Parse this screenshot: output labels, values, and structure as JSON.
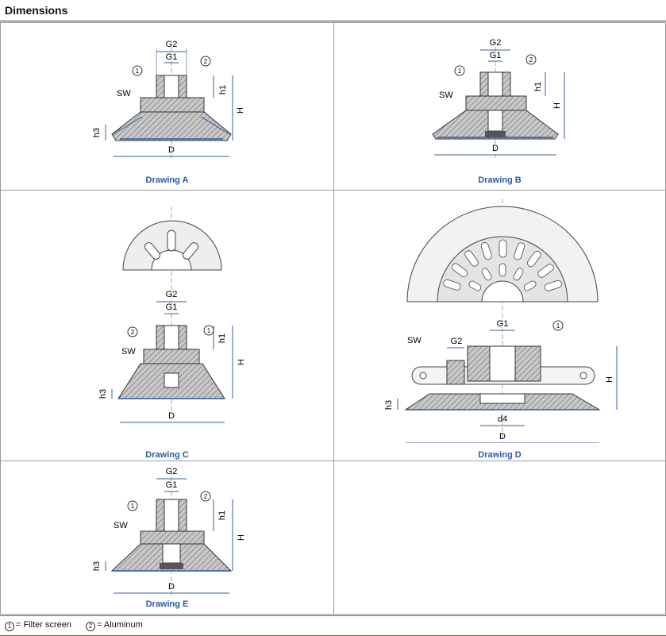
{
  "header": {
    "title": "Dimensions"
  },
  "labels": {
    "g1": "G1",
    "g2": "G2",
    "h1": "h1",
    "h": "H",
    "h3": "h3",
    "d": "D",
    "d4": "d4",
    "sw": "SW",
    "one": "1",
    "two": "2"
  },
  "drawings": [
    {
      "caption": "Drawing A"
    },
    {
      "caption": "Drawing B"
    },
    {
      "caption": "Drawing C"
    },
    {
      "caption": "Drawing D"
    },
    {
      "caption": "Drawing E"
    }
  ],
  "legend": {
    "item1_symbol": "1",
    "item1_text": "= Filter screen",
    "item2_symbol": "2",
    "item2_text": "= Aluminum"
  },
  "colors": {
    "hatch": "#7a7a7a",
    "blue_line": "#2a5aa6",
    "dim": "#3b5f9a",
    "caption": "#2a5aa6",
    "footer_rule": "#c23a3a"
  }
}
